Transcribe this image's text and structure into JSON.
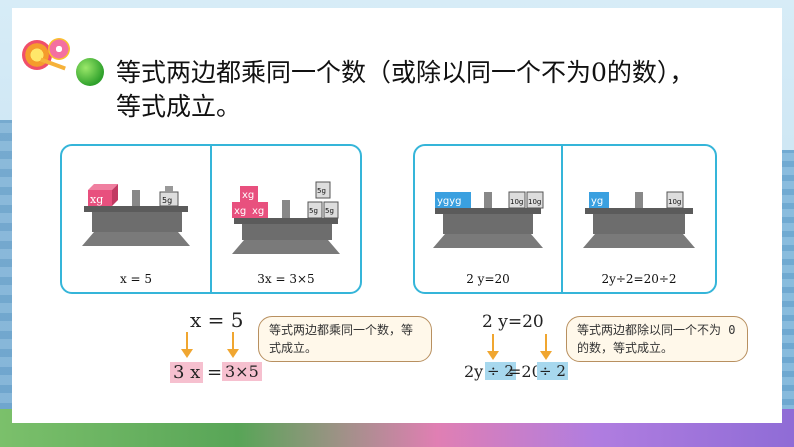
{
  "heading": {
    "line1": "等式两边都乘同一个数（或除以同一个不为0的数），",
    "line2": "等式成立。"
  },
  "panels": {
    "left_a_caption": "x = 5",
    "left_b_caption": "3x = 3×5",
    "right_a_caption": "2 y=20",
    "right_b_caption": "2y÷2=20÷2",
    "weights": {
      "xg": "xg",
      "yg": "yg",
      "ygyg": "ygyg",
      "g5": "5g",
      "g10": "10g"
    }
  },
  "left_equation": {
    "top": "x = 5",
    "bottom_a": "3 x",
    "bottom_eq": "=",
    "bottom_b": "3×5",
    "bubble": "等式两边都乘同一个数，等式成立。"
  },
  "right_equation": {
    "top": "2 y=20",
    "bottom_a": "2y",
    "bottom_a2": "÷ 2",
    "bottom_eq": "=20",
    "bottom_b": "÷ 2",
    "bubble": "等式两边都除以同一个不为 0 的数，等式成立。"
  },
  "colors": {
    "pink_box": "#e8507e",
    "blue_box": "#3aa0e0",
    "panel_border": "#35b5d9",
    "arrow": "#f0a630"
  }
}
